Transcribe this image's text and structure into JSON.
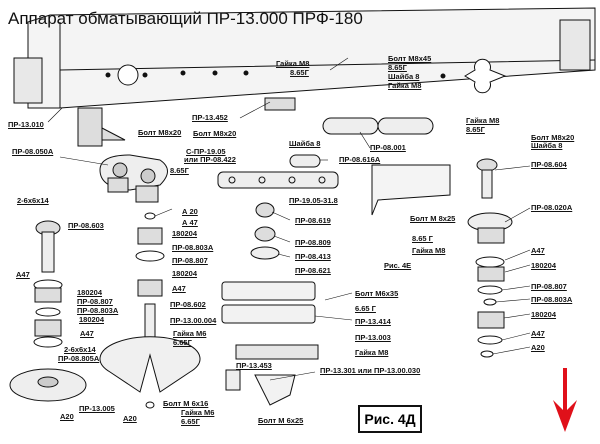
{
  "title": "Аппарат обматывающий ПР-13.000 ПРФ-180",
  "figure_label": "Рис. 4Д",
  "labels": [
    "ПР-13.010",
    "Болт М8х20",
    "ПР-13.452",
    "Болт М8х20",
    "С-ПР-19.05",
    "или ПР-08.422",
    "Гайка М8",
    "8.65Г",
    "Болт М8х45",
    "8.65Г",
    "Шайба 8",
    "Гайка М8",
    "Шайба 8",
    "ПР-08.001",
    "ПР-08.616А",
    "ПР-08.050А",
    "8.65Г",
    "Гайка М8",
    "8.65Г",
    "Болт М8х20",
    "Шайба 8",
    "ПР-08.604",
    "ПР-19.05-31.8",
    "2-6х6х14",
    "А 20",
    "ПР-08.603",
    "А 47",
    "180204",
    "ПР-08.619",
    "ПР-08.809",
    "ПР-08.413",
    "ПР-08.621",
    "ПР-08.803А",
    "ПР-08.807",
    "180204",
    "А47",
    "Рис. 4Е",
    "Болт М 8х25",
    "8.65 Г",
    "Гайка М8",
    "ПР-08.020А",
    "А47",
    "180204",
    "ПР-08.807",
    "ПР-08.803А",
    "180204",
    "А47",
    "А20",
    "А47",
    "180204",
    "ПР-08.807",
    "ПР-08.803А",
    "180204",
    "А47",
    "2-6х6х14",
    "ПР-08.805А",
    "ПР-08.602",
    "ПР-13.00.004",
    "Гайка М6",
    "6.65Г",
    "Болт М6х35",
    "6.65 Г",
    "ПР-13.414",
    "ПР-13.003",
    "Гайка М8",
    "ПР-13.453",
    "ПР-13.301 или ПР-13.00.030",
    "Болт М 6х16",
    "Гайка М6",
    "6.65Г",
    "Болт М 6х25",
    "ПР-13.005",
    "А20",
    "А20"
  ],
  "colors": {
    "ink": "#111111",
    "arrow": "#e0101a"
  }
}
